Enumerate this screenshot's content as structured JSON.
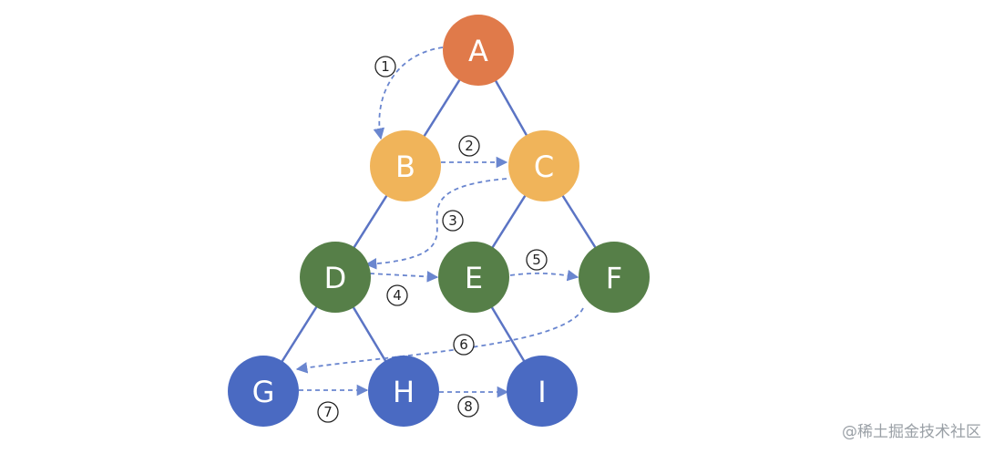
{
  "colors": {
    "edge": "#5b74c4",
    "arrow": "#6a86cf",
    "level0": "#e07a4a",
    "level1": "#f0b45a",
    "level2": "#567f48",
    "level3": "#4a6ac2"
  },
  "nodes": [
    {
      "id": "A",
      "label": "A",
      "level": 0
    },
    {
      "id": "B",
      "label": "B",
      "level": 1
    },
    {
      "id": "C",
      "label": "C",
      "level": 1
    },
    {
      "id": "D",
      "label": "D",
      "level": 2
    },
    {
      "id": "E",
      "label": "E",
      "level": 2
    },
    {
      "id": "F",
      "label": "F",
      "level": 2
    },
    {
      "id": "G",
      "label": "G",
      "level": 3
    },
    {
      "id": "H",
      "label": "H",
      "level": 3
    },
    {
      "id": "I",
      "label": "I",
      "level": 3
    }
  ],
  "edges": [
    [
      "A",
      "B"
    ],
    [
      "A",
      "C"
    ],
    [
      "B",
      "D"
    ],
    [
      "C",
      "E"
    ],
    [
      "C",
      "F"
    ],
    [
      "D",
      "G"
    ],
    [
      "D",
      "H"
    ],
    [
      "E",
      "I"
    ]
  ],
  "steps": [
    {
      "number": "1",
      "from": "A",
      "to": "B"
    },
    {
      "number": "2",
      "from": "B",
      "to": "C"
    },
    {
      "number": "3",
      "from": "C",
      "to": "D"
    },
    {
      "number": "4",
      "from": "D",
      "to": "E"
    },
    {
      "number": "5",
      "from": "E",
      "to": "F"
    },
    {
      "number": "6",
      "from": "F",
      "to": "G"
    },
    {
      "number": "7",
      "from": "G",
      "to": "H"
    },
    {
      "number": "8",
      "from": "H",
      "to": "I"
    }
  ],
  "watermark": "@稀土掘金技术社区"
}
